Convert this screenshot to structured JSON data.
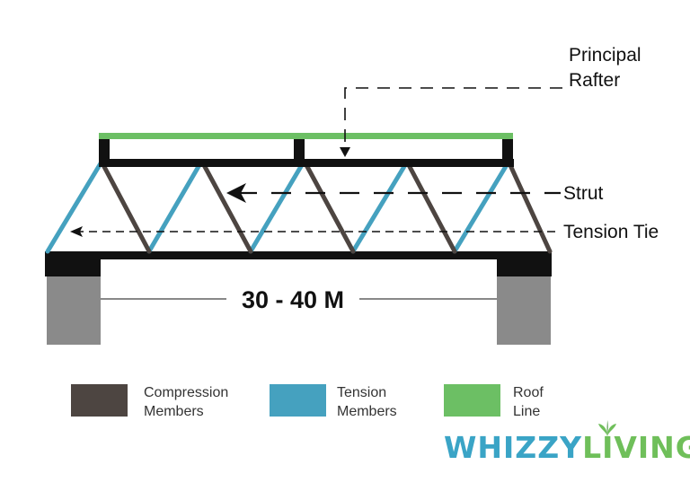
{
  "colors": {
    "compression": "#4d4541",
    "tension": "#45a1bf",
    "roof": "#6cbf64",
    "frame": "#111111",
    "support": "#8a8a8a",
    "brand_blue": "#3aa4c6",
    "brand_green": "#6fbf5a"
  },
  "labels": {
    "principal_rafter_line1": "Principal",
    "principal_rafter_line2": "Rafter",
    "strut": "Strut",
    "tension_tie": "Tension Tie",
    "span": "30 - 40 M"
  },
  "legend": [
    {
      "line1": "Compression",
      "line2": "Members",
      "color": "#4d4541"
    },
    {
      "line1": "Tension",
      "line2": "Members",
      "color": "#45a1bf"
    },
    {
      "line1": "Roof",
      "line2": "Line",
      "color": "#6cbf64"
    }
  ],
  "brand": {
    "part1": "WHIZZY",
    "part2": "LIVING",
    "logo_icon": "sprout-icon"
  }
}
